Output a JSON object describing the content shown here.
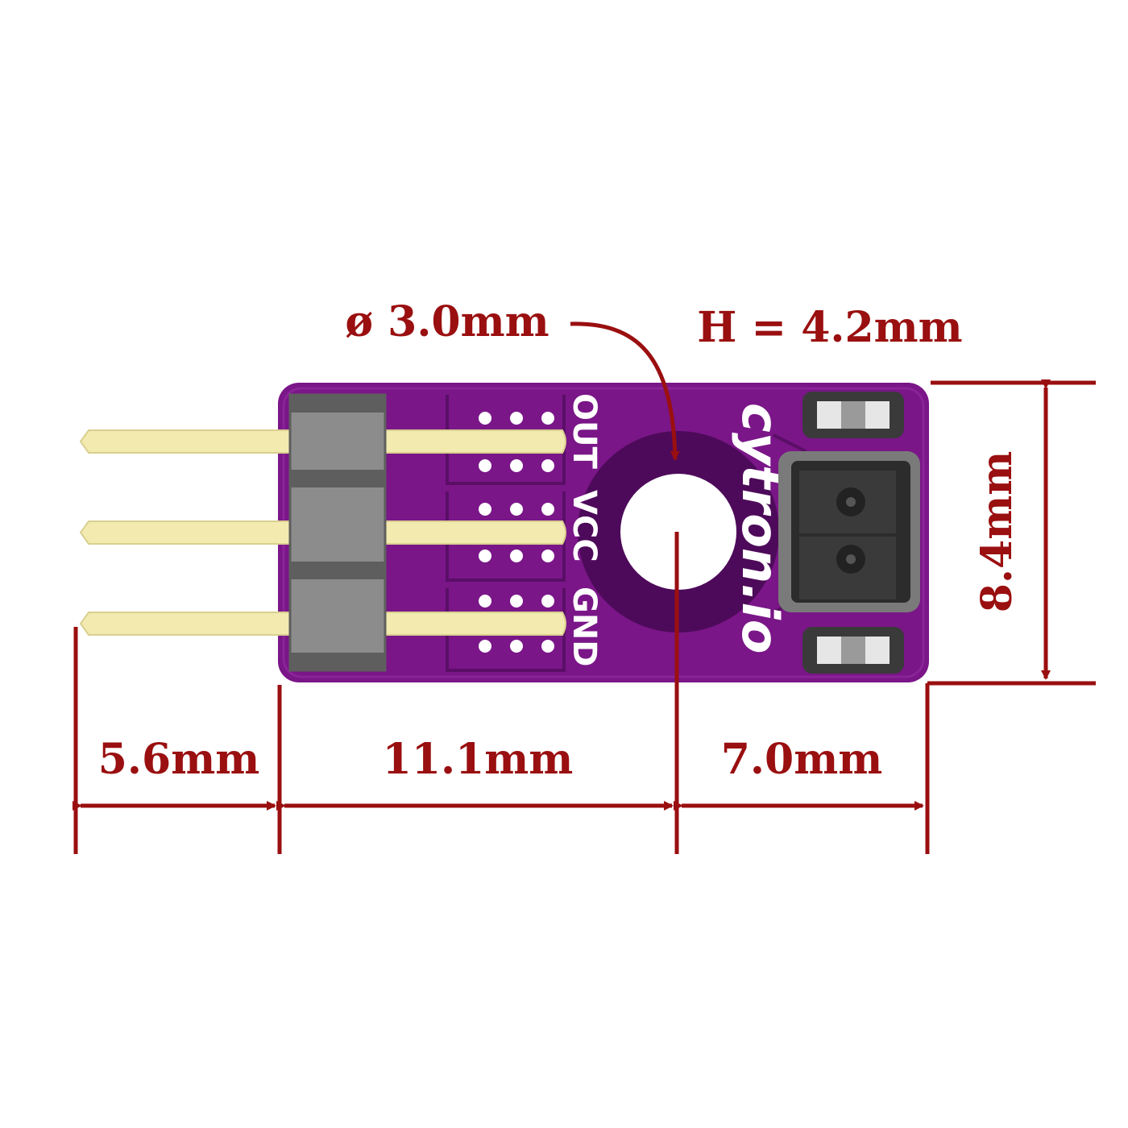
{
  "colors": {
    "dimension": "#9a0f10",
    "pcb": "#7a1688",
    "pcb_dark": "#5a0e66",
    "pin_gold": "#f3eab0",
    "header_body": "#8c8c8c",
    "sensor_body": "#3a3a3a"
  },
  "callouts": {
    "hole_diameter": "ø 3.0mm",
    "component_height": "H = 4.2mm"
  },
  "dimensions": {
    "pin_length": "5.6mm",
    "header_to_hole": "11.1mm",
    "hole_to_edge": "7.0mm",
    "board_width": "8.4mm"
  },
  "board": {
    "pin_labels": [
      "OUT",
      "VCC",
      "GND"
    ],
    "brand": "cytron.io"
  }
}
